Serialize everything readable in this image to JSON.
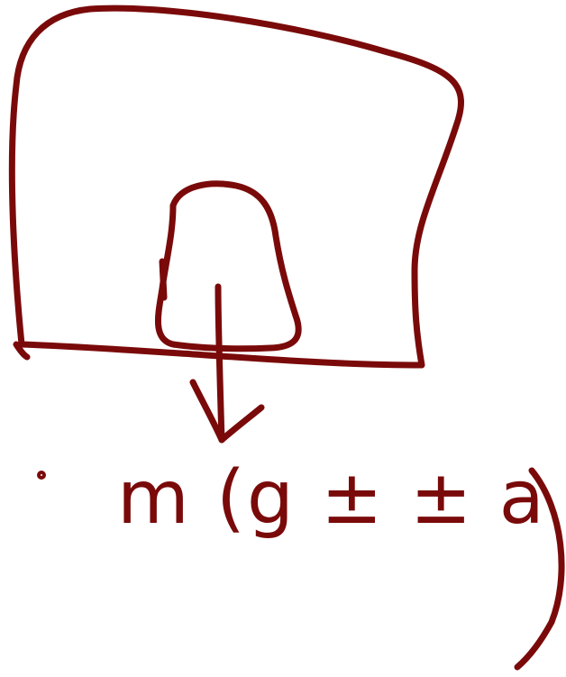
{
  "ink_color": "#7a0a0a",
  "background_color": "#ffffff",
  "figure": {
    "outer_shape": "block",
    "inner_shape": "hanging-mass",
    "arrow_direction": "down",
    "expression": "m (g ± ± a"
  }
}
